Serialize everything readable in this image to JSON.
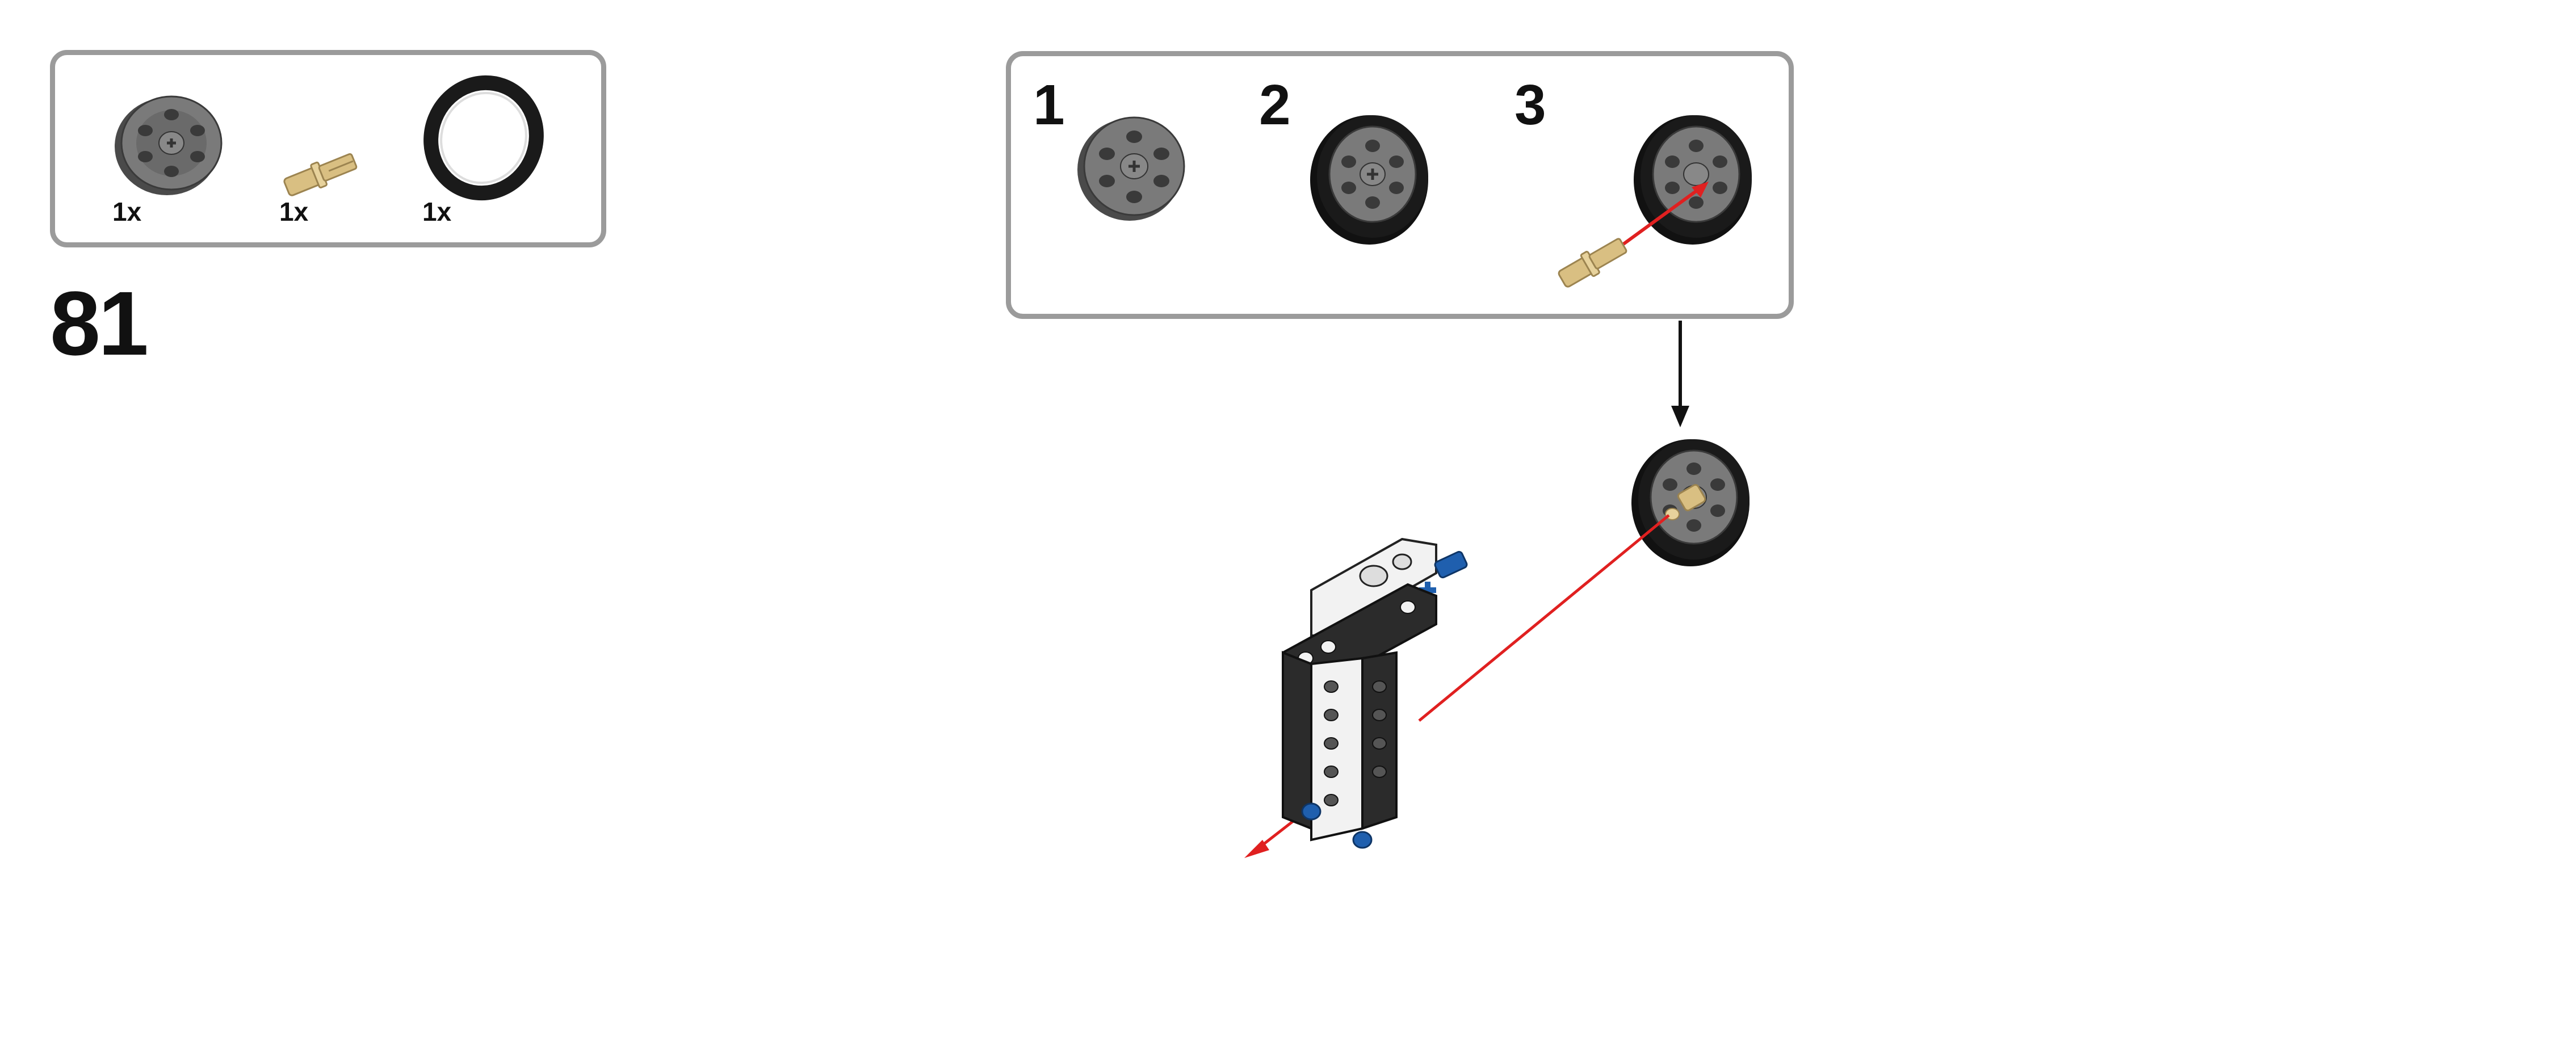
{
  "step": {
    "number": "81"
  },
  "parts_list": {
    "items": [
      {
        "name": "wheel-hub",
        "quantity": "1x"
      },
      {
        "name": "axle-pin",
        "quantity": "1x"
      },
      {
        "name": "tire",
        "quantity": "1x"
      }
    ]
  },
  "sub_assembly": {
    "steps": [
      {
        "number": "1"
      },
      {
        "number": "2"
      },
      {
        "number": "3"
      }
    ]
  },
  "colors": {
    "frame_border": "#9b9b9b",
    "arrow_red": "#e02020",
    "arrow_black": "#111111",
    "hub_grey": "#6e6e6e",
    "tire_black": "#1a1a1a",
    "pin_tan": "#d9bf82",
    "beam_dark": "#2b2b2b",
    "beam_white": "#f2f2f2",
    "pin_blue": "#1f5fae"
  }
}
